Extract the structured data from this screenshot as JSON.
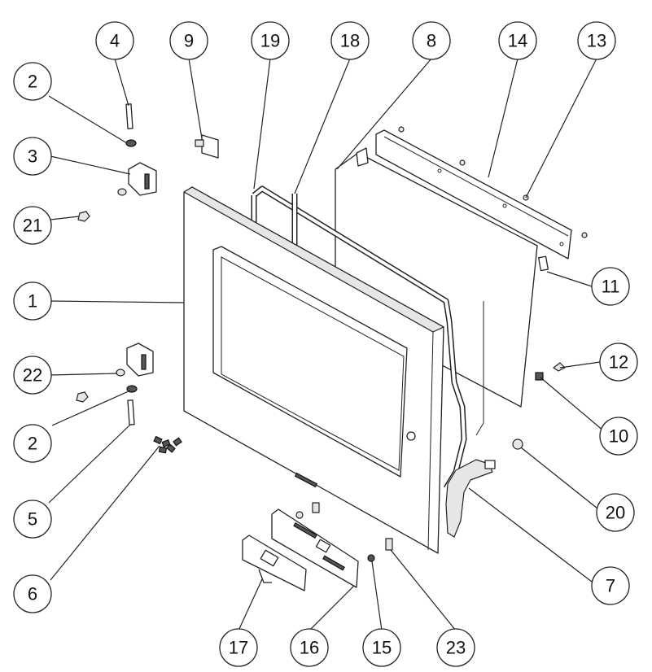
{
  "callouts": [
    {
      "label": "4"
    },
    {
      "label": "9"
    },
    {
      "label": "19"
    },
    {
      "label": "18"
    },
    {
      "label": "8"
    },
    {
      "label": "14"
    },
    {
      "label": "13"
    },
    {
      "label": "2"
    },
    {
      "label": "3"
    },
    {
      "label": "21"
    },
    {
      "label": "11"
    },
    {
      "label": "1"
    },
    {
      "label": "12"
    },
    {
      "label": "22"
    },
    {
      "label": "10"
    },
    {
      "label": "2"
    },
    {
      "label": "20"
    },
    {
      "label": "5"
    },
    {
      "label": "6"
    },
    {
      "label": "7"
    },
    {
      "label": "17"
    },
    {
      "label": "16"
    },
    {
      "label": "15"
    },
    {
      "label": "23"
    }
  ]
}
